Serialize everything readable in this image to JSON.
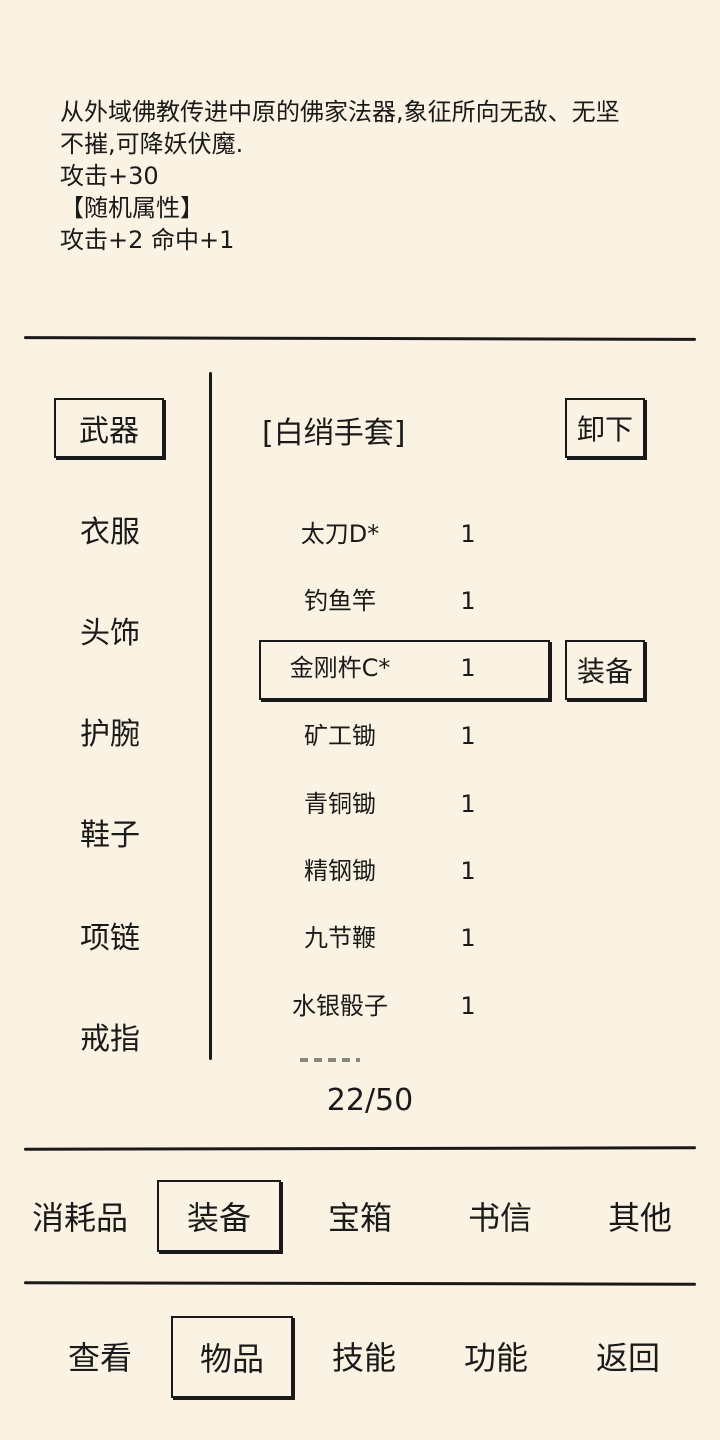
{
  "description": {
    "lines": [
      "从外域佛教传进中原的佛家法器,象征所向无敌、无坚",
      "不摧,可降妖伏魔.",
      "攻击+30",
      "【随机属性】",
      "攻击+2 命中+1"
    ]
  },
  "categories": [
    {
      "label": "武器",
      "selected": true
    },
    {
      "label": "衣服",
      "selected": false
    },
    {
      "label": "头饰",
      "selected": false
    },
    {
      "label": "护腕",
      "selected": false
    },
    {
      "label": "鞋子",
      "selected": false
    },
    {
      "label": "项链",
      "selected": false
    },
    {
      "label": "戒指",
      "selected": false
    }
  ],
  "equipped": {
    "label": "[白绡手套]",
    "unequip_label": "卸下"
  },
  "items": [
    {
      "name": "太刀D*",
      "qty": "1"
    },
    {
      "name": "钓鱼竿",
      "qty": "1"
    },
    {
      "name": "金刚杵C*",
      "qty": "1",
      "selected": true
    },
    {
      "name": "矿工锄",
      "qty": "1"
    },
    {
      "name": "青铜锄",
      "qty": "1"
    },
    {
      "name": "精钢锄",
      "qty": "1"
    },
    {
      "name": "九节鞭",
      "qty": "1"
    },
    {
      "name": "水银骰子",
      "qty": "1"
    }
  ],
  "equip_label": "装备",
  "counter": "22/50",
  "item_tabs": [
    {
      "label": "消耗品",
      "selected": false
    },
    {
      "label": "装备",
      "selected": true
    },
    {
      "label": "宝箱",
      "selected": false
    },
    {
      "label": "书信",
      "selected": false
    },
    {
      "label": "其他",
      "selected": false
    }
  ],
  "main_tabs": [
    {
      "label": "查看",
      "selected": false
    },
    {
      "label": "物品",
      "selected": true
    },
    {
      "label": "技能",
      "selected": false
    },
    {
      "label": "功能",
      "selected": false
    },
    {
      "label": "返回",
      "selected": false
    }
  ]
}
